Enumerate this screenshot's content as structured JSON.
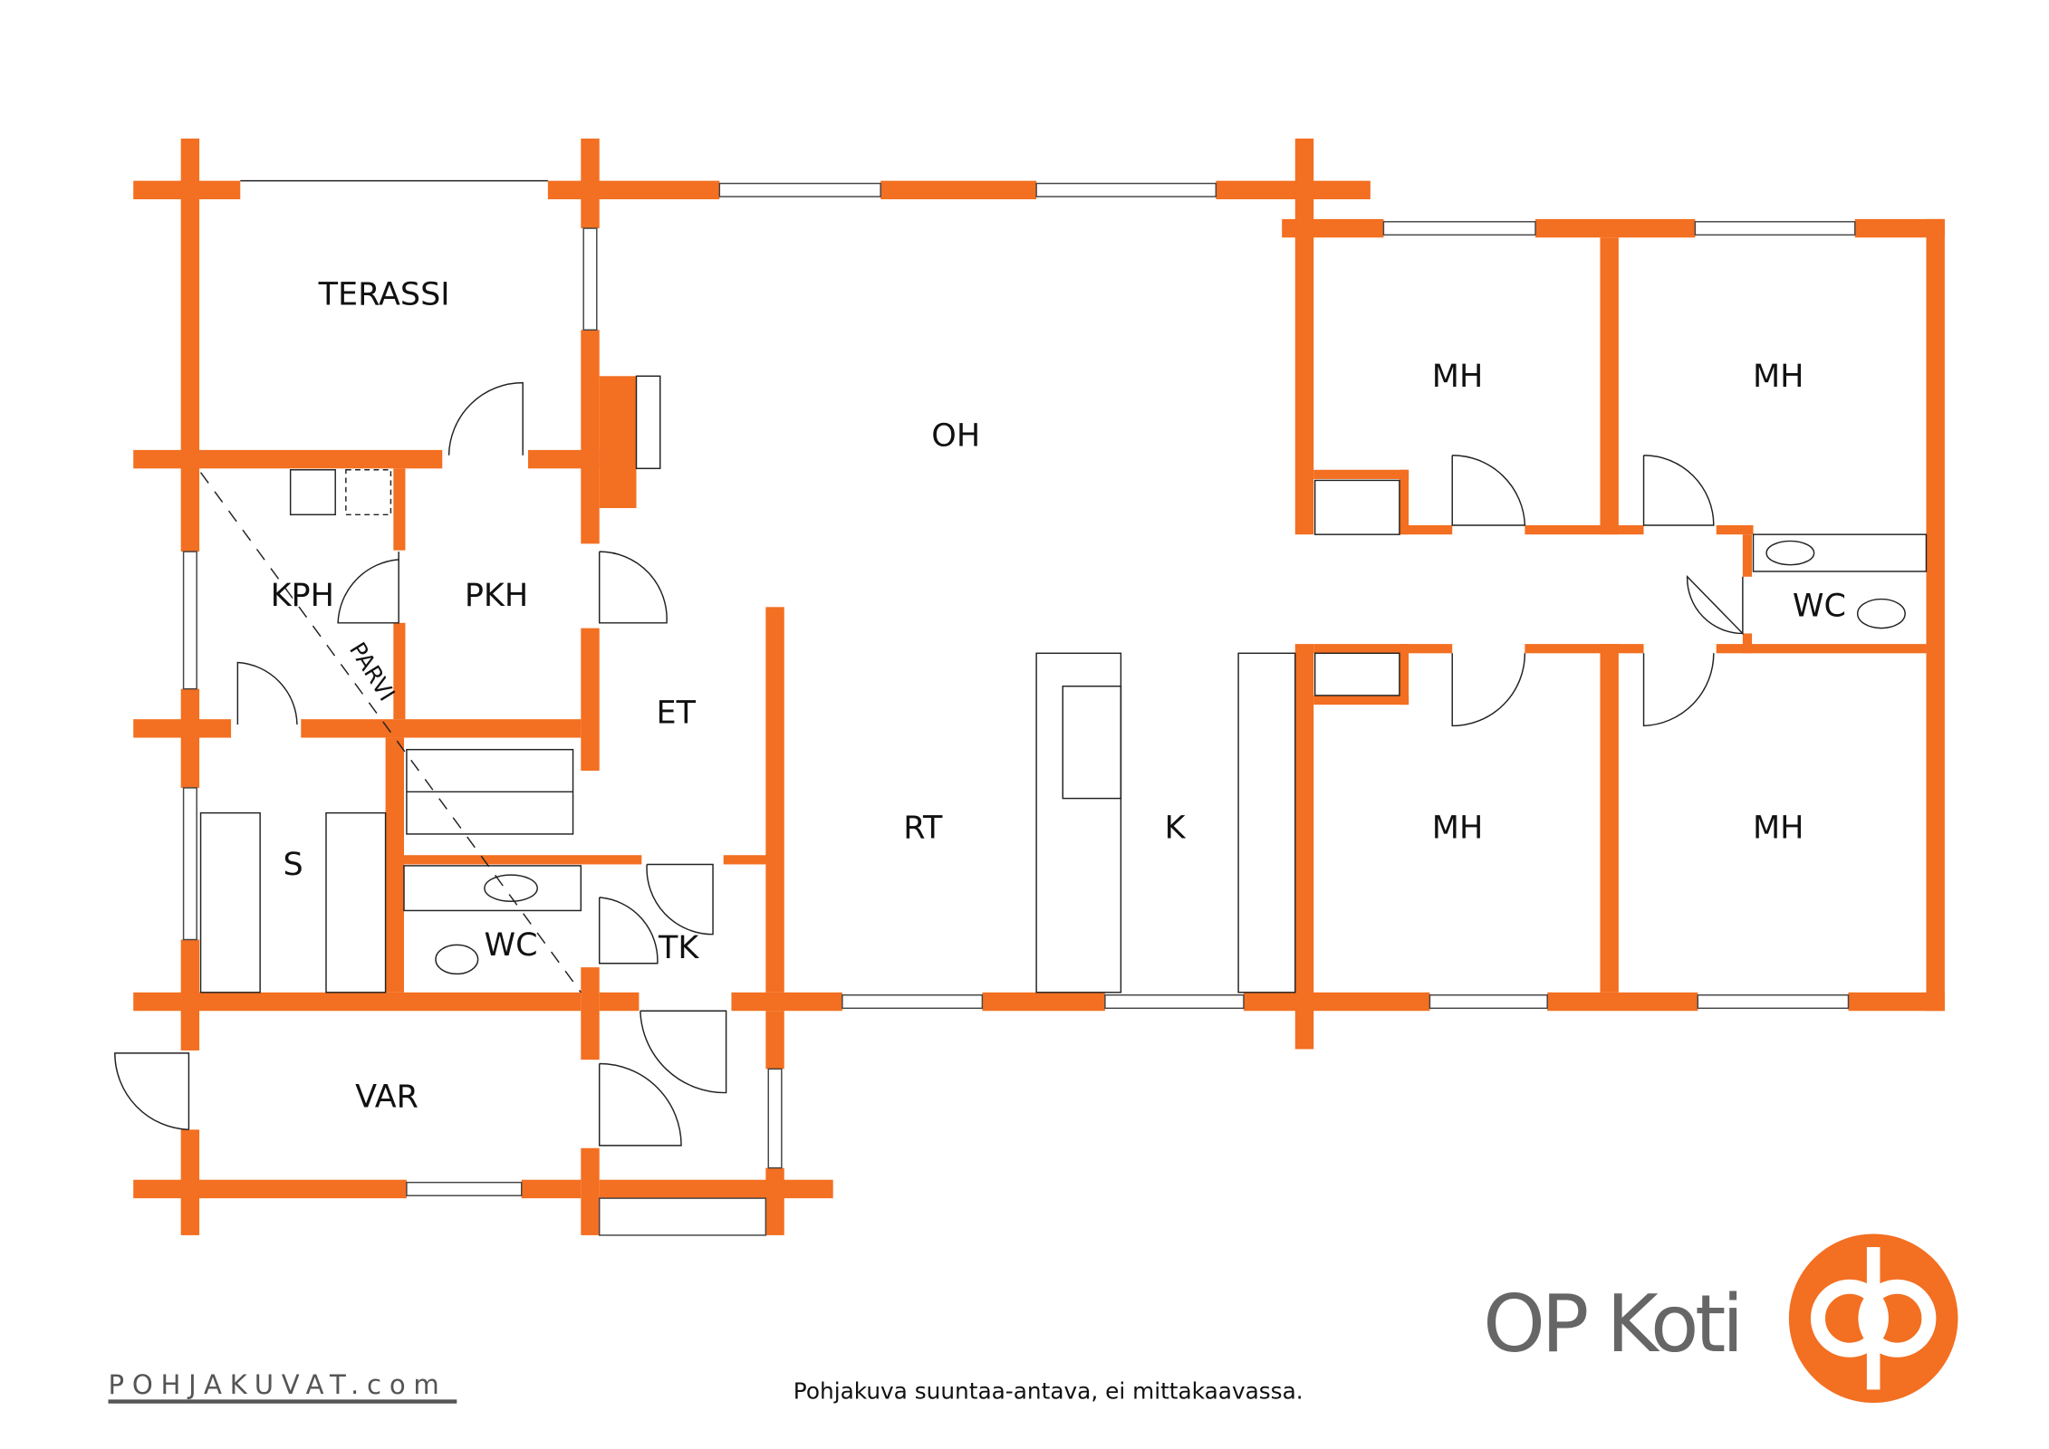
{
  "rooms": {
    "terassi": "TERASSI",
    "oh": "OH",
    "kph": "KPH",
    "pkh": "PKH",
    "parvi": "PARVI",
    "et": "ET",
    "s": "S",
    "wc_left": "WC",
    "tk": "TK",
    "rt": "RT",
    "k": "K",
    "var": "VAR",
    "mh1": "MH",
    "mh2": "MH",
    "mh3": "MH",
    "mh4": "MH",
    "wc_right": "WC"
  },
  "footer": {
    "disclaimer": "Pohjakuva suuntaa-antava, ei mittakaavassa.",
    "pohjakuvat_logo": "POHJAKUVAT.com",
    "brand": "OP Koti"
  },
  "colors": {
    "wall": "#f36f21",
    "text": "#111111",
    "brand_text": "#666666"
  }
}
